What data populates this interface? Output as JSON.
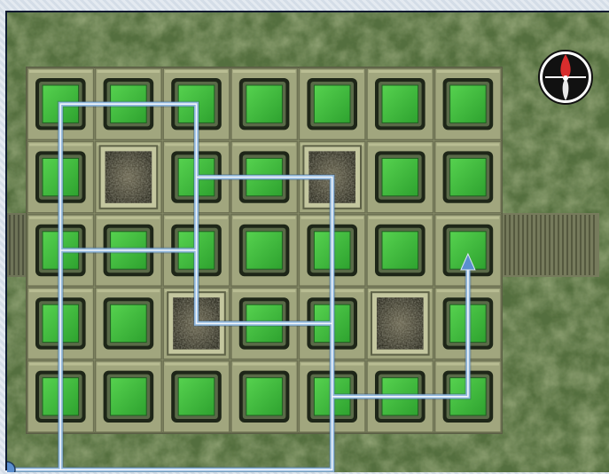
{
  "grid": {
    "rows": 5,
    "cols": 7,
    "pit_tiles": [
      [
        1,
        1
      ],
      [
        1,
        4
      ],
      [
        3,
        2
      ],
      [
        3,
        5
      ]
    ]
  },
  "path": {
    "route": [
      [
        0,
        5
      ],
      [
        0,
        0
      ],
      [
        2,
        0
      ],
      [
        2,
        2
      ],
      [
        0,
        2
      ],
      [
        0,
        5
      ],
      [
        4,
        5
      ],
      [
        4,
        3
      ],
      [
        2,
        3
      ],
      [
        2,
        1
      ],
      [
        4,
        1
      ],
      [
        4,
        4
      ],
      [
        6,
        4
      ],
      [
        6,
        2
      ]
    ],
    "start_marker": "dot",
    "end_marker": "arrow"
  },
  "compass": {
    "icon": "compass-rose-icon"
  },
  "colors": {
    "foliage": "#3f5a2c",
    "stone": "#9a9f78",
    "stone_dark": "#2a3120",
    "green_tile": "#3fbf3c",
    "path_outer": "#8fb6dd",
    "path_inner": "#f2f6fb",
    "marker": "#5b8fcf",
    "compass_red": "#d82d2d"
  }
}
